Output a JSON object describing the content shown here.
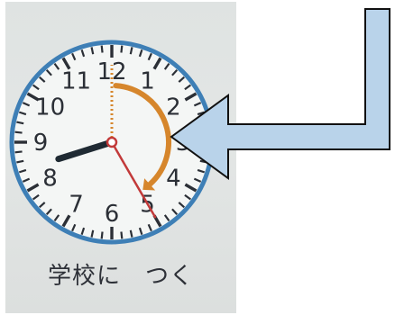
{
  "caption": "学校に　つく",
  "clock": {
    "numbers": [
      "12",
      "1",
      "2",
      "3",
      "4",
      "5",
      "6",
      "7",
      "8",
      "9",
      "10",
      "11"
    ],
    "hour_value": 8,
    "minute_value": 25,
    "colors": {
      "face": "#f4f6f5",
      "rim": "#3e7fb6",
      "hour_hand": "#1f2a33",
      "minute_hand": "#c23a3a",
      "elapsed_arrow": "#d6862c",
      "numerals": "#2b2f36",
      "ticks": "#2b2f36"
    }
  },
  "pointer_arrow": {
    "fill": "#b9d3ea",
    "stroke": "#111111",
    "points_to": "elapsed-time-arrow"
  }
}
